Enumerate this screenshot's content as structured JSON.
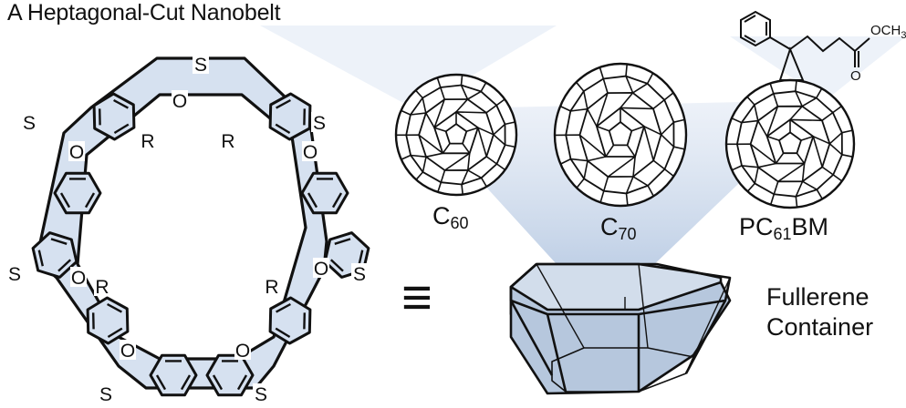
{
  "title": "A Heptagonal-Cut Nanobelt",
  "atoms": {
    "sulfur": "S",
    "oxygen": "O",
    "substituent": "R"
  },
  "equivalence_symbol": "≡",
  "fullerenes": [
    {
      "base": "C",
      "sub": "60",
      "tail": ""
    },
    {
      "base": "C",
      "sub": "70",
      "tail": ""
    },
    {
      "base": "PC",
      "sub": "61",
      "tail": "BM"
    }
  ],
  "ester_label": "OCH",
  "ester_sub": "3",
  "ester_oxygen": "O",
  "container_label": {
    "line1": "Fullerene",
    "line2": "Container"
  },
  "colors": {
    "belt_fill": "#d6e1f0",
    "container_fill": "#b9c9de",
    "funnel": "#c3d2e8",
    "ink": "#111111"
  }
}
